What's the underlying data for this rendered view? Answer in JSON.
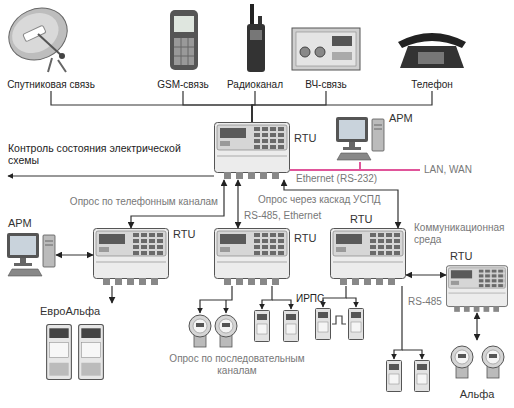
{
  "diagram": {
    "nodes": [
      {
        "text": [
          "Спутниковая связь"
        ]
      },
      {
        "text": [
          "GSM-связь"
        ]
      },
      {
        "text": [
          "Радиоканал"
        ]
      },
      {
        "text": [
          "ВЧ-связь"
        ]
      },
      {
        "text": [
          "Телефон"
        ]
      },
      {
        "text": [
          "RTU"
        ]
      },
      {
        "text": [
          "АРМ"
        ]
      },
      {
        "text": [
          "АРМ"
        ]
      },
      {
        "text": [
          "RTU"
        ]
      },
      {
        "text": [
          "RTU"
        ]
      },
      {
        "text": [
          "RTU"
        ]
      },
      {
        "text": [
          "RTU"
        ]
      },
      {
        "text": [
          "ЕвроАльфа"
        ]
      },
      {
        "text": [
          "Альфа"
        ]
      }
    ],
    "edges": [
      {
        "from": 0,
        "to": 5,
        "arrow": "none"
      },
      {
        "from": 1,
        "to": 5,
        "arrow": "none"
      },
      {
        "from": 2,
        "to": 5,
        "arrow": "none"
      },
      {
        "from": 3,
        "to": 5,
        "arrow": "none"
      },
      {
        "from": 4,
        "to": 5,
        "arrow": "none"
      },
      {
        "from": 5,
        "to": 6,
        "arrow": "none"
      },
      {
        "from": 5,
        "to": 8,
        "arrow": "both"
      },
      {
        "from": 5,
        "to": 9,
        "arrow": "both"
      },
      {
        "from": 5,
        "to": 10,
        "arrow": "both"
      },
      {
        "from": 7,
        "to": 8,
        "arrow": "both"
      },
      {
        "from": 8,
        "to": 12,
        "arrow": "to"
      },
      {
        "from": 10,
        "to": 11,
        "arrow": "both"
      },
      {
        "from": 11,
        "to": 13,
        "arrow": "both"
      }
    ],
    "labels": [
      "Контроль состояния электрической схемы",
      "Ethernet (RS-232)",
      "LAN, WAN",
      "Опрос по телефонным каналам",
      "Опрос через каскад УСПД",
      "RS-485, Ethernet",
      "Коммуникационная среда",
      "ИРПС",
      "RS-485",
      "Опрос по последовательным каналам"
    ]
  }
}
